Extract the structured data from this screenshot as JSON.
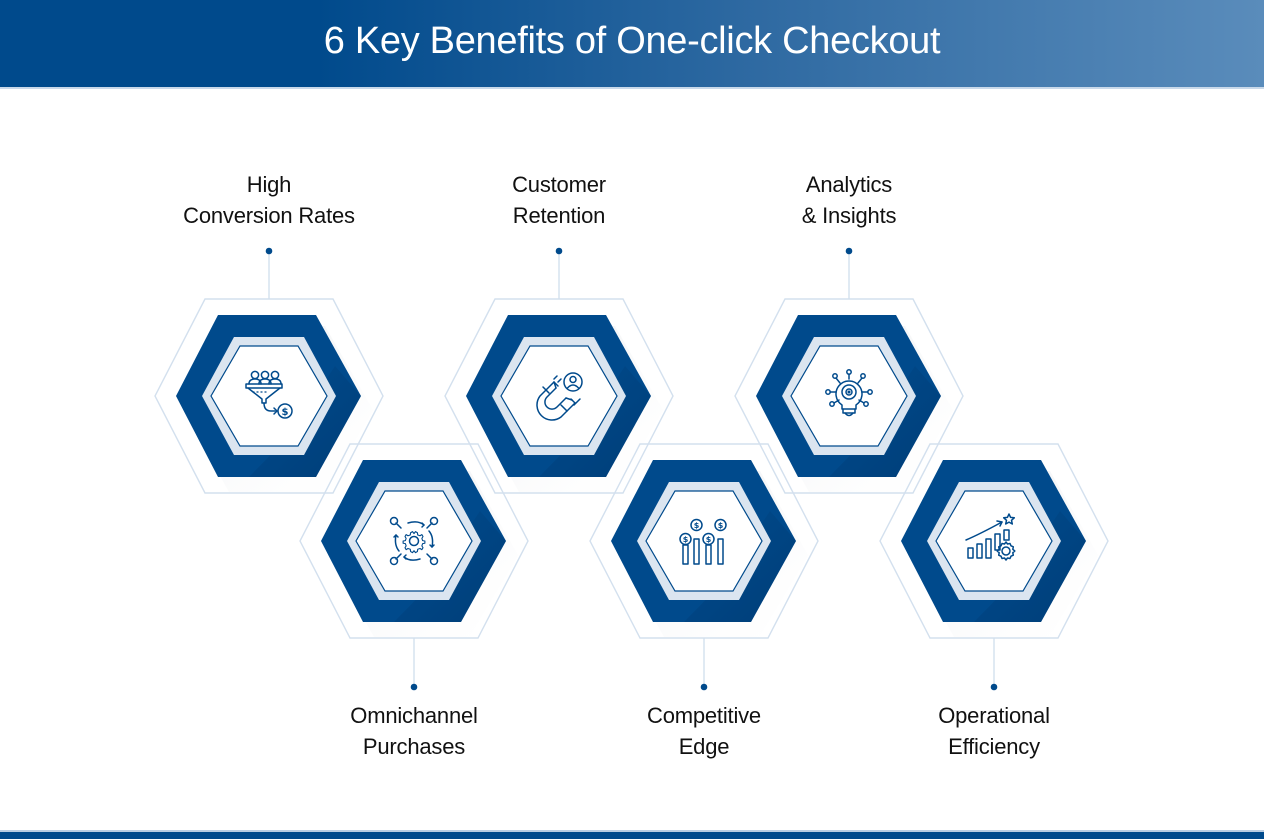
{
  "header": {
    "title": "6 Key Benefits of One-click Checkout"
  },
  "colors": {
    "primary": "#004a8c",
    "header_gradient_end": "#5a8cbb",
    "light_border": "#dbe5f0",
    "outline": "#cddcec",
    "dot": "#004a8c",
    "text": "#111111"
  },
  "benefits": [
    {
      "line1": "High",
      "line2": "Conversion Rates",
      "icon": "funnel-dollar-icon",
      "position": "top"
    },
    {
      "line1": "Omnichannel",
      "line2": "Purchases",
      "icon": "gear-network-icon",
      "position": "bottom"
    },
    {
      "line1": "Customer",
      "line2": "Retention",
      "icon": "magnet-user-icon",
      "position": "top"
    },
    {
      "line1": "Competitive",
      "line2": "Edge",
      "icon": "coin-bars-icon",
      "position": "bottom"
    },
    {
      "line1": "Analytics",
      "line2": "& Insights",
      "icon": "lightbulb-network-icon",
      "position": "top"
    },
    {
      "line1": "Operational",
      "line2": "Efficiency",
      "icon": "growth-gear-icon",
      "position": "bottom"
    }
  ]
}
